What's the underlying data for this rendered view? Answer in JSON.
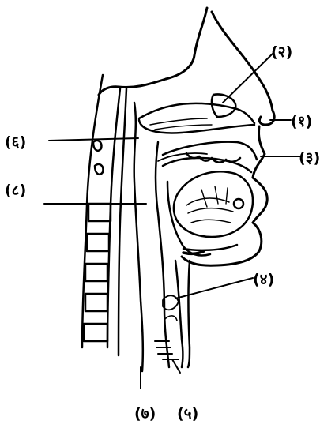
{
  "diagram": {
    "labels": {
      "l1": "(१)",
      "l2": "(२)",
      "l3": "(३)",
      "l4": "(४)",
      "l5": "(५)",
      "l6": "(६)",
      "l7": "(७)",
      "l8": "(८)"
    }
  }
}
